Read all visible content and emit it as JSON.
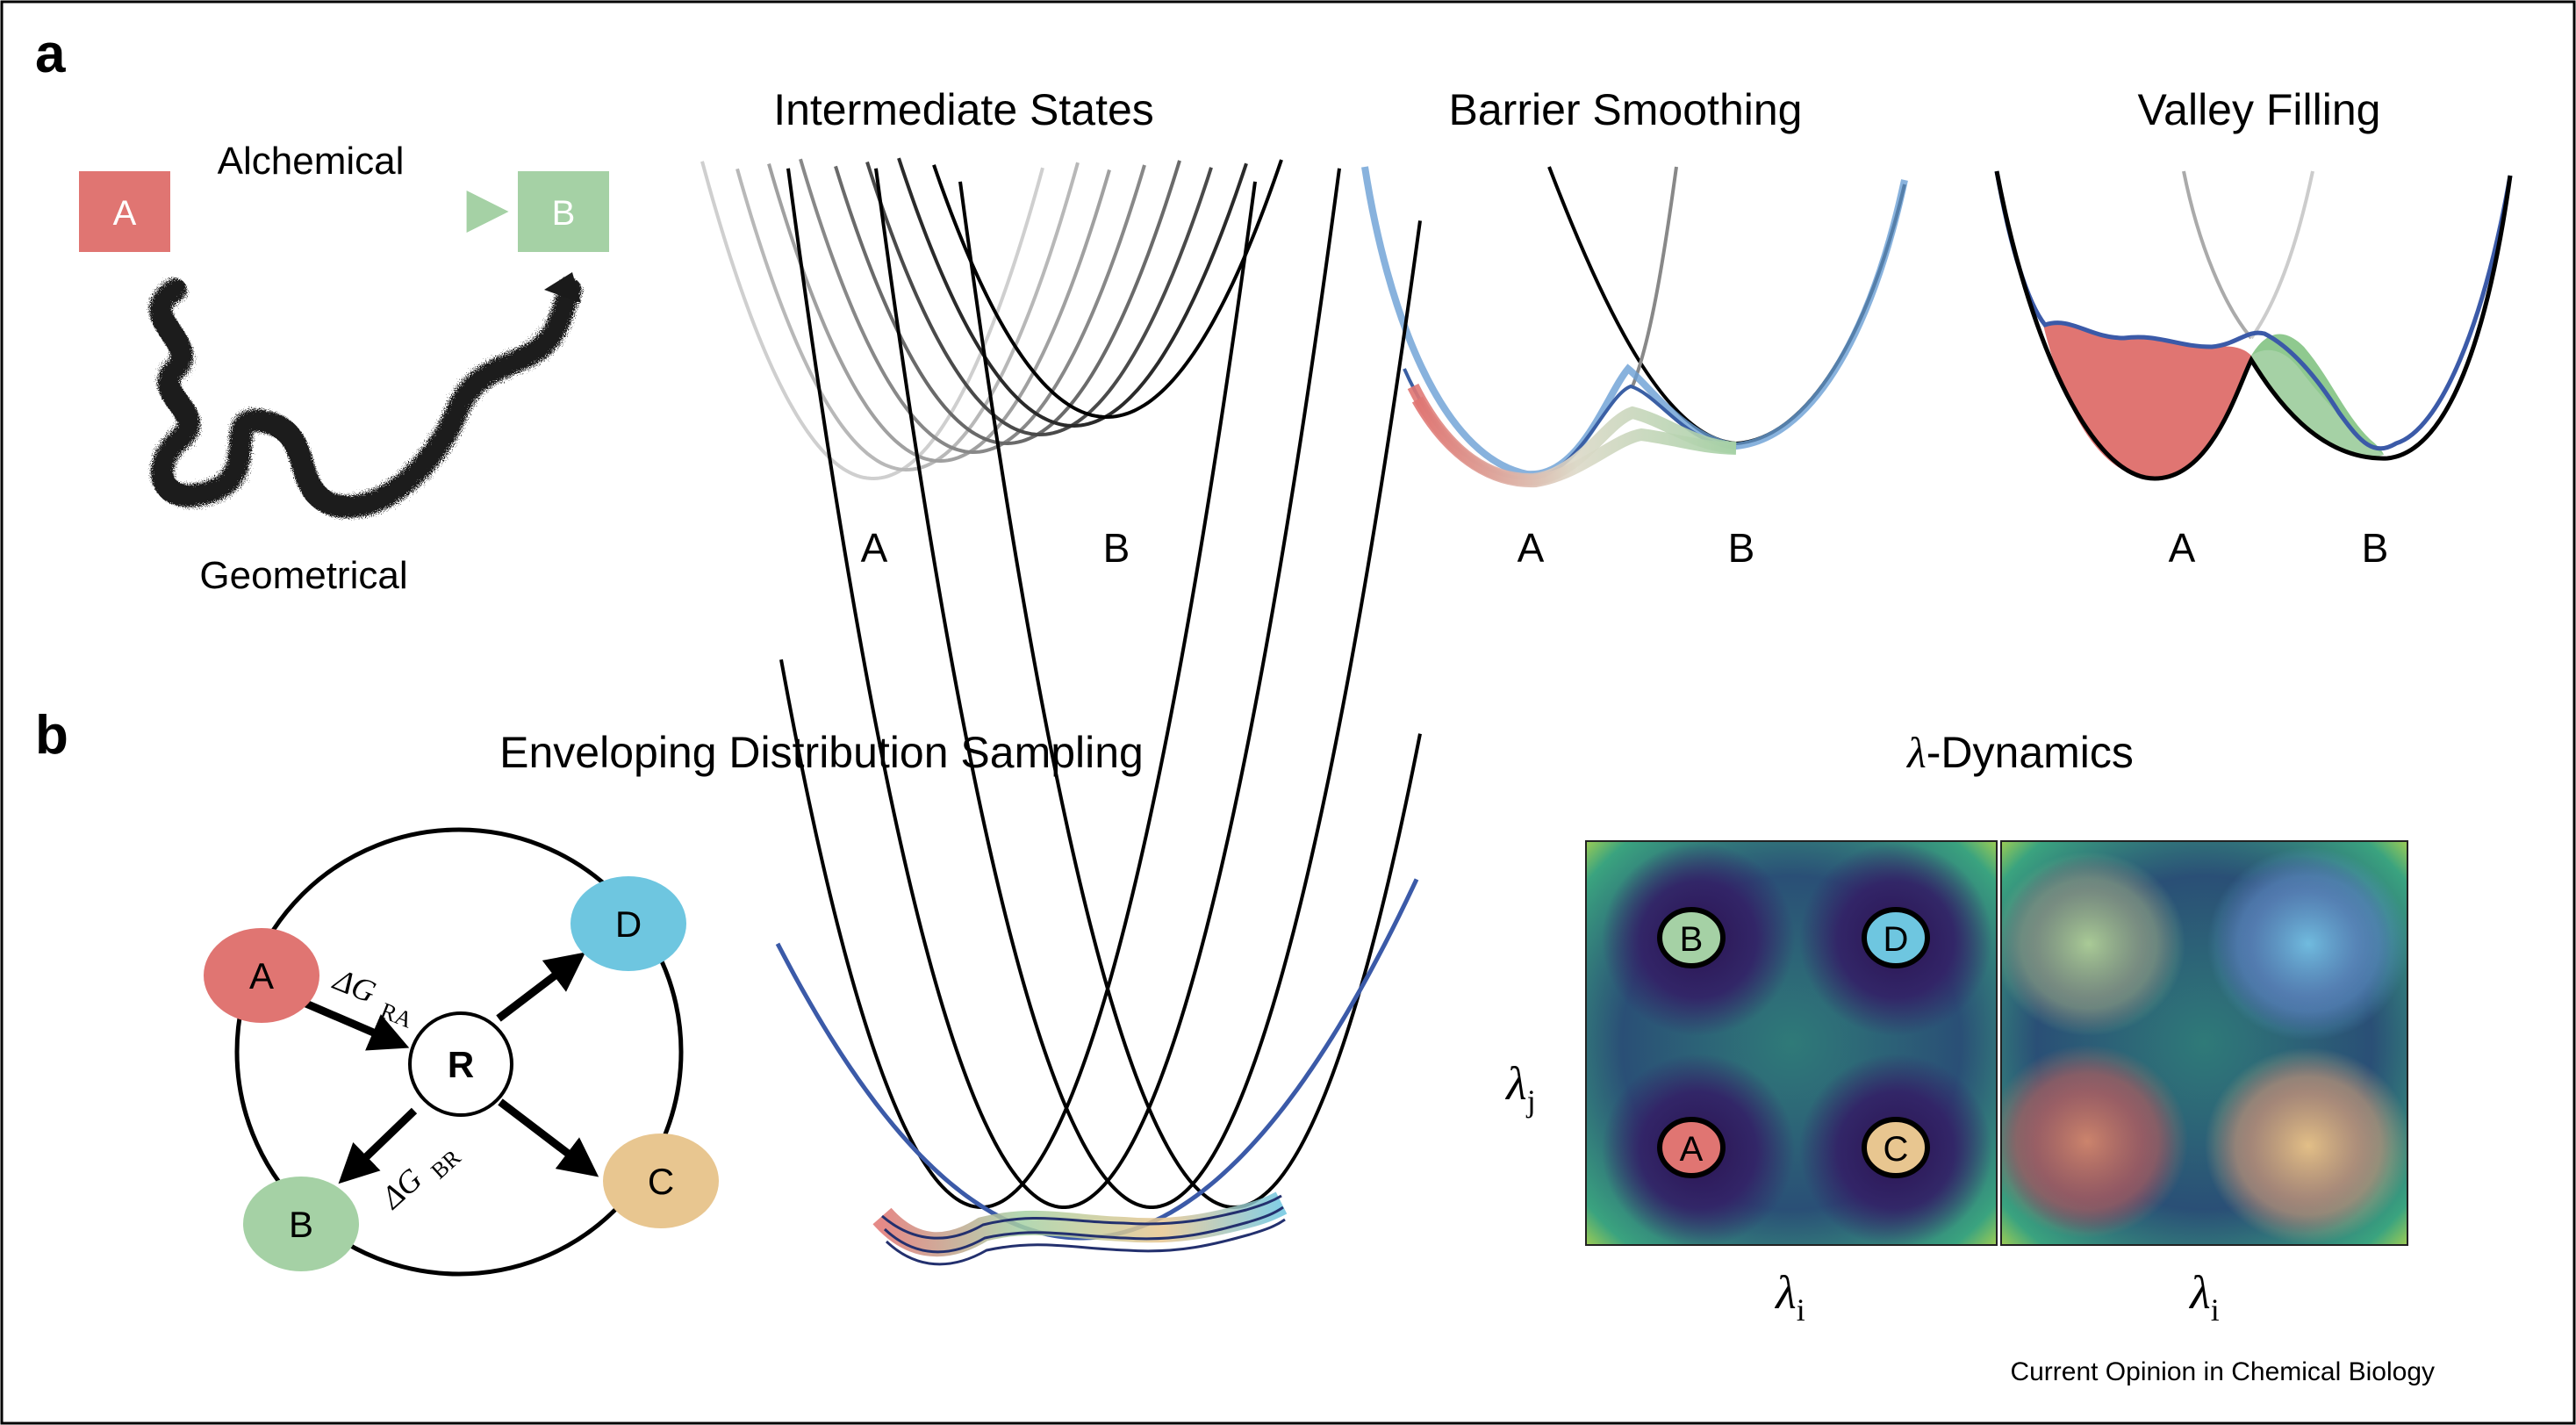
{
  "panels": {
    "a": {
      "label": "a",
      "alchemical_label": "Alchemical",
      "geometrical_label": "Geometrical",
      "box_a": "A",
      "box_b": "B"
    },
    "b": {
      "label": "b"
    }
  },
  "titles": {
    "intermediate": "Intermediate States",
    "barrier": "Barrier Smoothing",
    "valley": "Valley Filling",
    "eds": "Enveloping Distribution Sampling",
    "lambda_symbol": "λ",
    "lambda_rest": "-Dynamics"
  },
  "axis_labels": {
    "intermediate": [
      "A",
      "B"
    ],
    "barrier": [
      "A",
      "B"
    ],
    "valley": [
      "A",
      "B"
    ]
  },
  "eds_diagram": {
    "center": "R",
    "nodes": [
      "A",
      "B",
      "C",
      "D"
    ],
    "dg_ra_main": "ΔG",
    "dg_ra_sub": "RA",
    "dg_br_main": "ΔG",
    "dg_br_sub": "BR"
  },
  "lambda_dynamics": {
    "nodes": [
      "B",
      "D",
      "A",
      "C"
    ],
    "lambda": "λ",
    "xsub": "i",
    "ysub": "j"
  },
  "colors": {
    "red": "#e07572",
    "green": "#a5d1a5",
    "blue": "#6ec6e0",
    "tan": "#e8c690",
    "curve_blue": "#6a9fd4",
    "dark_navy": "#2b1f57"
  },
  "footer": "Current Opinion in Chemical Biology"
}
